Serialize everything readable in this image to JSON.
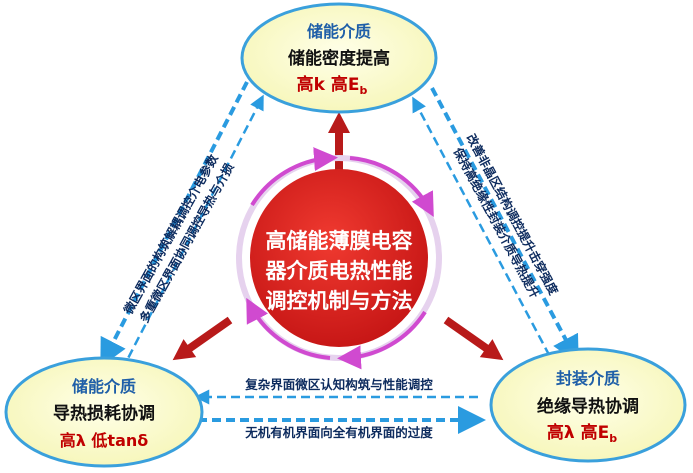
{
  "center": {
    "line1": "高储能薄膜电容",
    "line2": "器介质电热性能",
    "line3": "调控机制与方法"
  },
  "top_node": {
    "title": "储能介质",
    "subtitle": "储能密度提高",
    "metric": "高k 高E",
    "metric_sub": "b"
  },
  "left_node": {
    "title": "储能介质",
    "subtitle": "导热损耗协调",
    "metric": "高λ 低tanδ"
  },
  "right_node": {
    "title": "封装介质",
    "subtitle": "绝缘导热协调",
    "metric": "高λ 高E",
    "metric_sub": "b"
  },
  "edges": {
    "left_outer": "微区界面的构筑解耦调控介电参数",
    "left_inner": "多重微区界面协同调控导热与介损",
    "right_outer": "改善非晶区结构调控提升击穿强度",
    "right_inner": "保持高绝缘性封装介质导热提升",
    "bottom_upper": "复杂界面微区认知构筑与性能调控",
    "bottom_lower": "无机有机界面向全有机界面的过度"
  },
  "colors": {
    "node_fill": "#fbfbc6",
    "node_stroke": "#3aa0dc",
    "center_fill": "#d81b1b",
    "center_ring": "#d04ad0",
    "arrow_red": "#b81a1a",
    "arrow_blue": "#2a9be0"
  }
}
